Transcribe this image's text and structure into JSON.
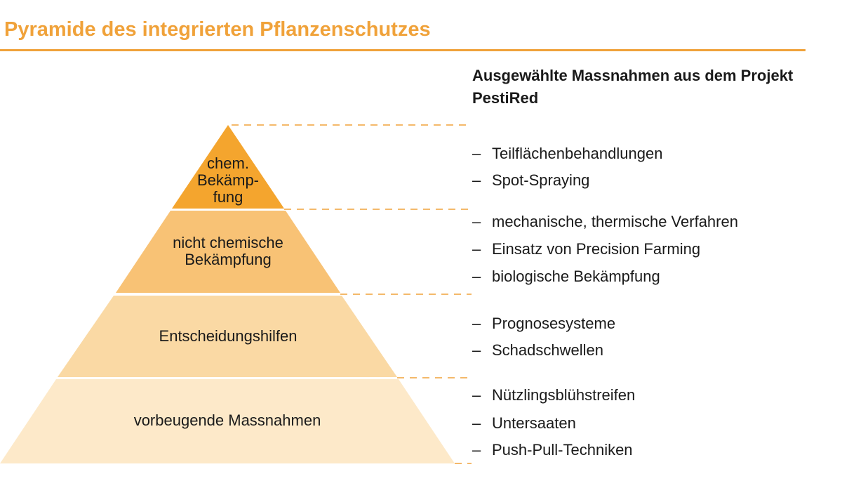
{
  "title": "Pyramide des integrierten Pflanzenschutzes",
  "colors": {
    "accent": "#f0a23a",
    "layer_top": "#f4a52e",
    "layer_2": "#f8c275",
    "layer_3": "#fad9a4",
    "layer_4": "#fde9c9",
    "text": "#1a1a1a"
  },
  "measures_heading": "Ausgewählte Massnahmen aus dem Projekt PestiRed",
  "layers": [
    {
      "label_lines": [
        "chem.",
        "Bekämp-",
        "fung"
      ],
      "measures": [
        "Teilflächenbehandlungen",
        "Spot-Spraying"
      ]
    },
    {
      "label_lines": [
        "nicht chemische",
        "Bekämpfung"
      ],
      "measures": [
        "mechanische, thermische Verfahren",
        "Einsatz von Precision Farming",
        "biologische Bekämpfung"
      ]
    },
    {
      "label_lines": [
        "Entscheidungshilfen"
      ],
      "measures": [
        "Prognosesysteme",
        "Schadschwellen"
      ]
    },
    {
      "label_lines": [
        "vorbeugende Massnahmen"
      ],
      "measures": [
        "Nützlingsblühstreifen",
        "Untersaaten",
        "Push-Pull-Techniken"
      ]
    }
  ],
  "bullet": "–"
}
